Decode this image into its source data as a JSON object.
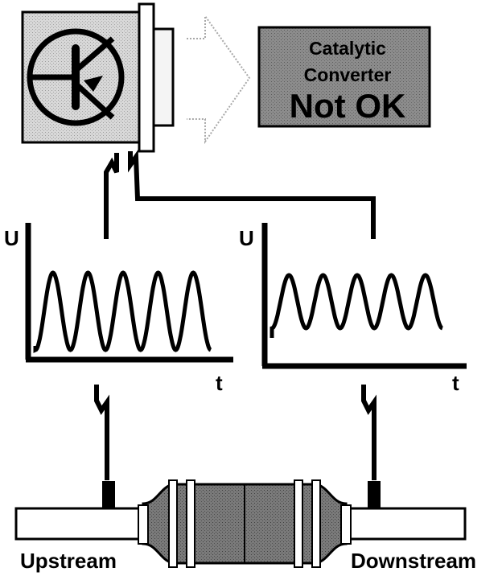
{
  "status_box": {
    "line1": "Catalytic",
    "line2": "Converter",
    "line3": "Not OK"
  },
  "graph_upstream": {
    "y_label": "U",
    "x_label": "t"
  },
  "graph_downstream": {
    "y_label": "U",
    "x_label": "t"
  },
  "pipe": {
    "upstream_label": "Upstream",
    "downstream_label": "Downstream"
  },
  "colors": {
    "ecu_box": "#d4d4d4",
    "status_box": "#8c8c8c",
    "converter_body": "#8a8a8a",
    "line": "#000000"
  },
  "icons": [
    "transistor-icon",
    "arrow-icon"
  ]
}
